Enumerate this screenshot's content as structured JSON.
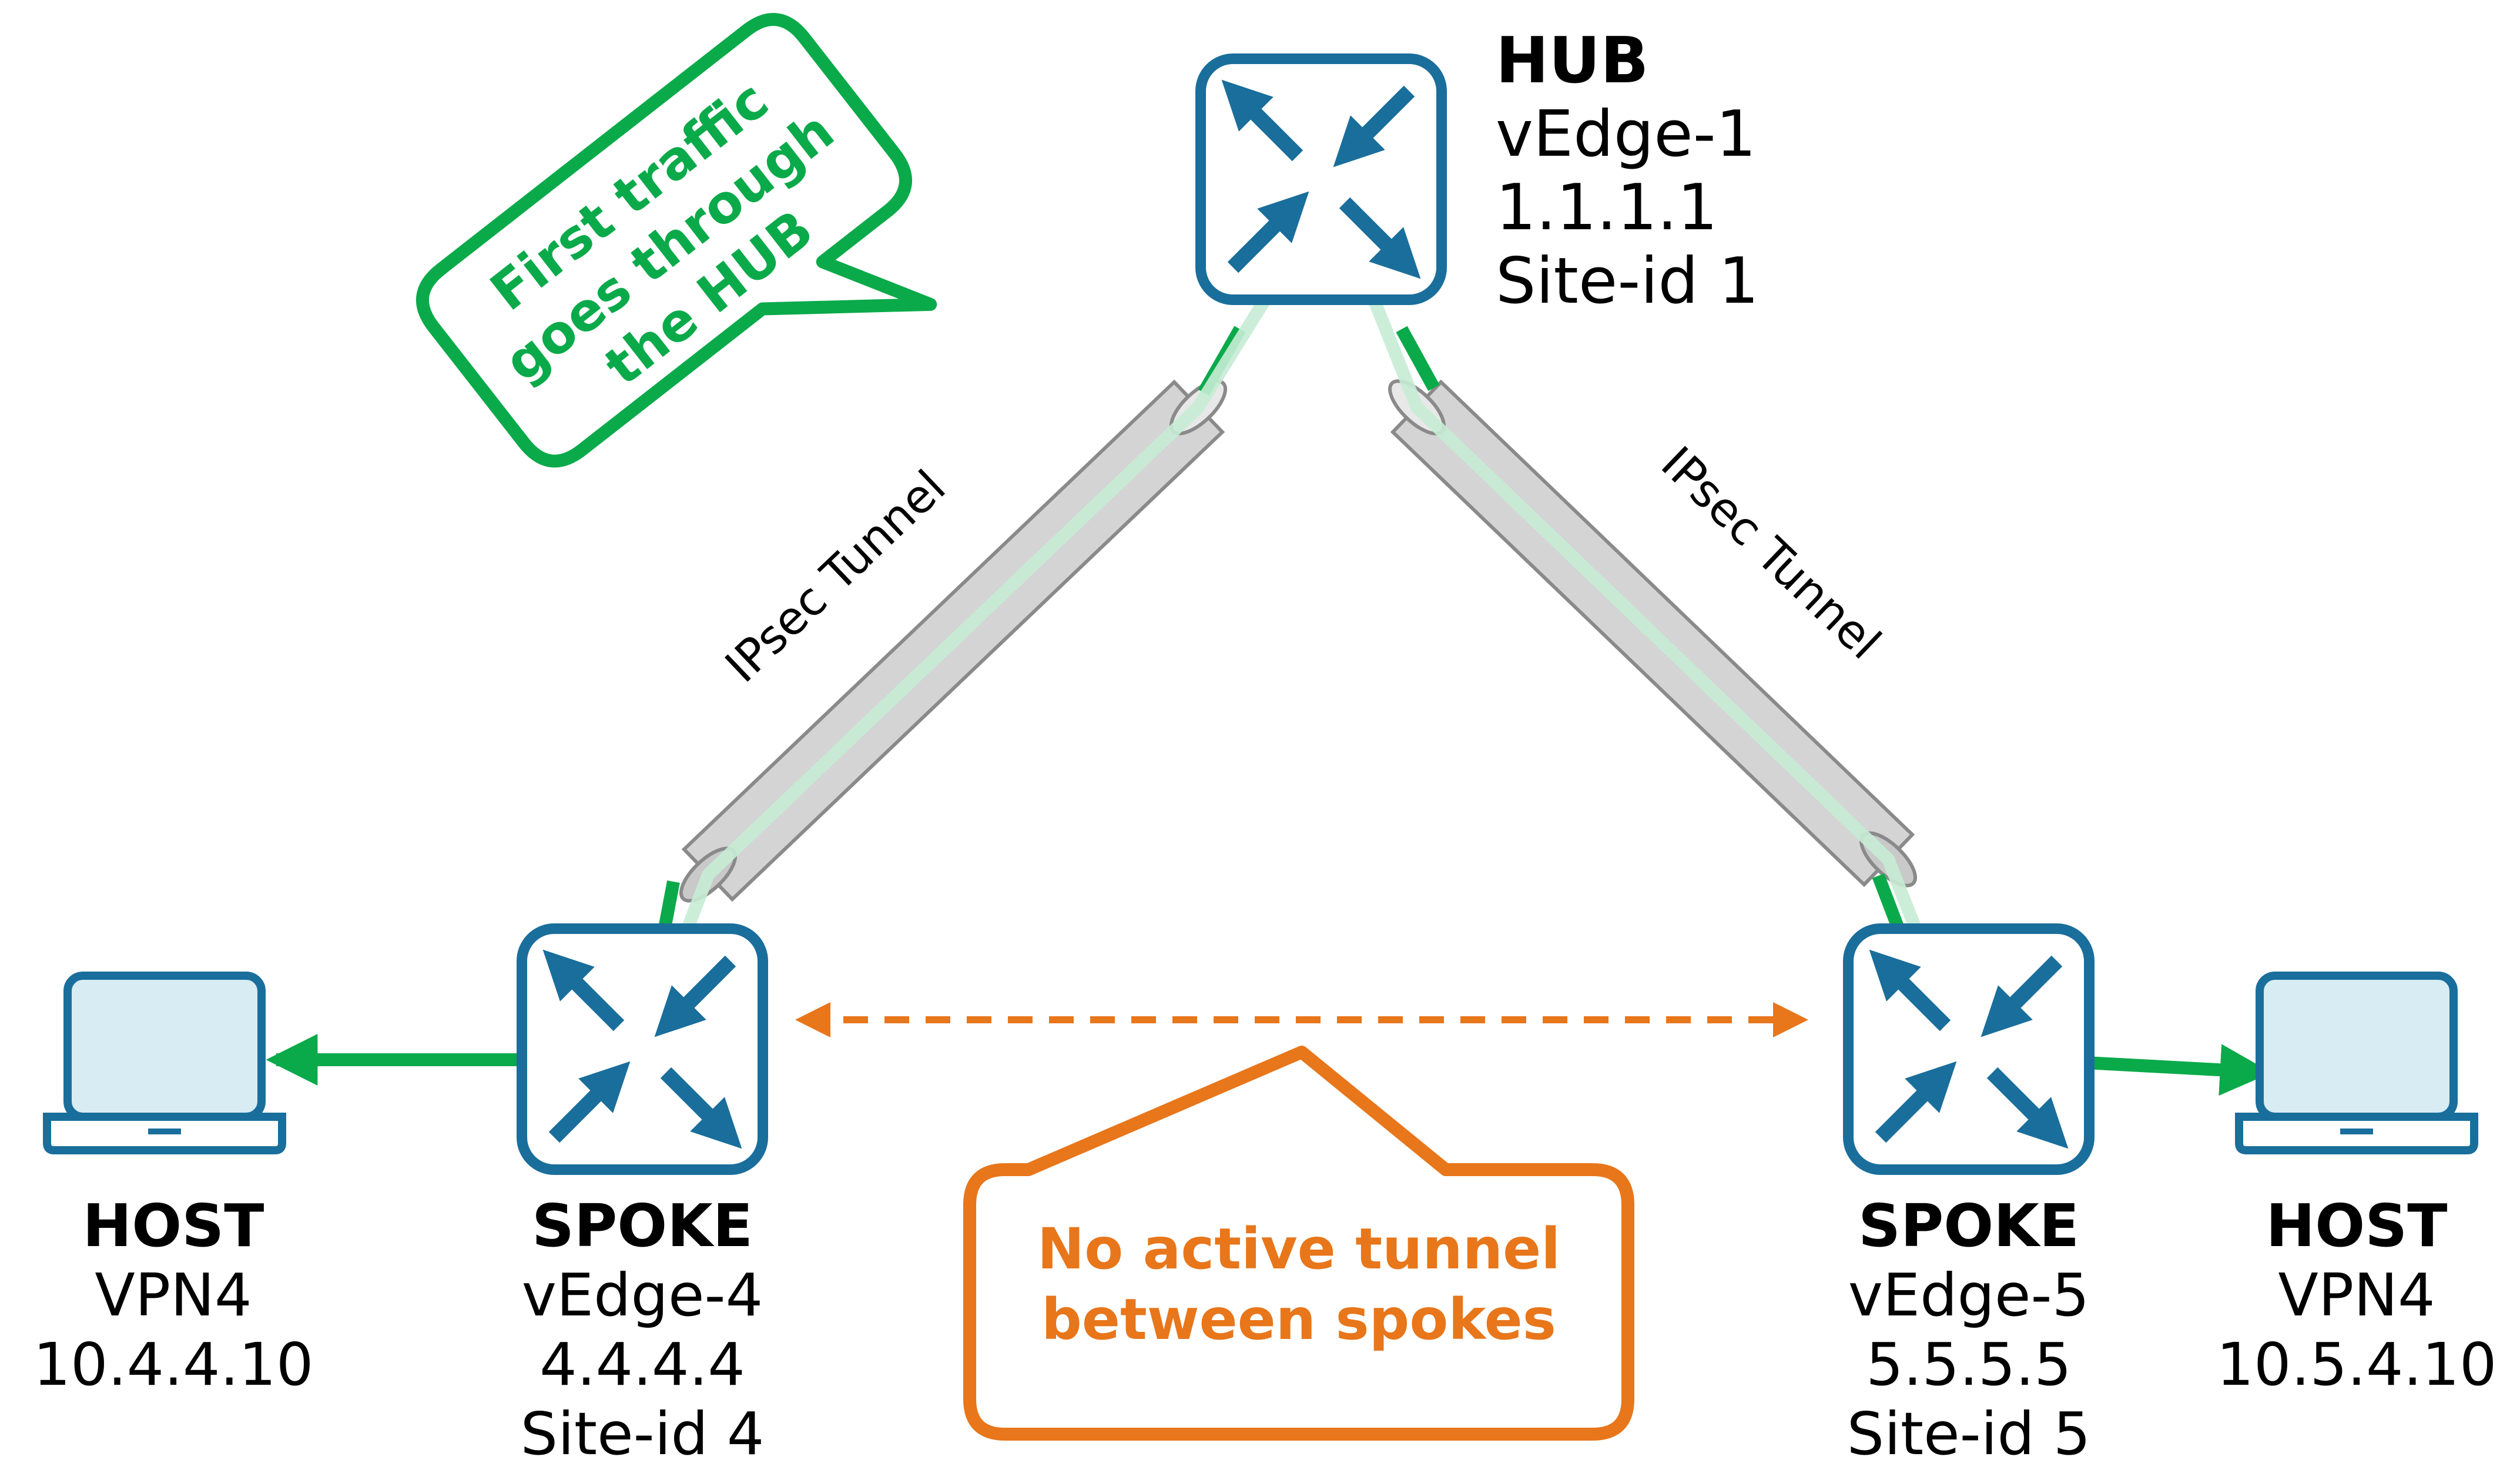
{
  "hub": {
    "role": "HUB",
    "name": "vEdge-1",
    "ip": "1.1.1.1",
    "site": "Site-id 1"
  },
  "spoke_left": {
    "role": "SPOKE",
    "name": "vEdge-4",
    "ip": "4.4.4.4",
    "site": "Site-id 4"
  },
  "spoke_right": {
    "role": "SPOKE",
    "name": "vEdge-5",
    "ip": "5.5.5.5",
    "site": "Site-id 5"
  },
  "host_left": {
    "role": "HOST",
    "vpn": "VPN4",
    "ip": "10.4.4.10"
  },
  "host_right": {
    "role": "HOST",
    "vpn": "VPN4",
    "ip": "10.5.4.10"
  },
  "tunnels": {
    "left_label": "IPsec Tunnel",
    "right_label": "IPsec Tunnel"
  },
  "callout_green": {
    "line1": "First traffic",
    "line2": "goes through",
    "line3": "the HUB"
  },
  "callout_orange": {
    "line1": "No active tunnel",
    "line2": "between spokes"
  },
  "colors": {
    "router_border": "#1a6e9b",
    "router_arrow": "#1a6e9b",
    "traffic_green": "#0aaa4a",
    "no_tunnel_orange": "#e8761a",
    "tunnel_fill": "#d4d4d4",
    "tunnel_stroke": "#8a8a8a",
    "laptop_screen": "#d8ecf4"
  },
  "icons": {
    "router": "router-icon",
    "laptop": "laptop-icon"
  }
}
